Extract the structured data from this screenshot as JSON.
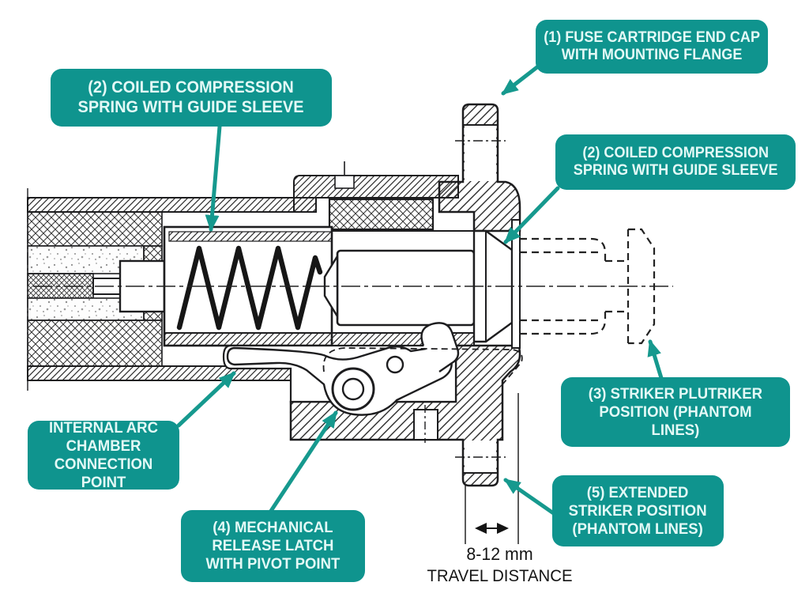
{
  "colors": {
    "callout_bg": "#0f948e",
    "callout_text": "#e3f9f6",
    "leader_arrow": "#16998e",
    "drawing_line": "#1d1d1f"
  },
  "callouts": [
    {
      "id": "fuse-cartridge-end-cap",
      "label": "(1) FUSE CARTRIDGE END CAP\nWITH MOUNTING FLANGE"
    },
    {
      "id": "coiled-spring-left",
      "label": "(2) COILED COMPRESSION\nSPRING WITH GUIDE SLEEVE"
    },
    {
      "id": "coiled-spring-right",
      "label": "(2) COILED COMPRESSION\nSPRING WITH GUIDE SLEEVE"
    },
    {
      "id": "striker-position",
      "label": "(3) STRIKER PLUTRIKER\nPOSITION (PHANTOM\nLINES)"
    },
    {
      "id": "internal-arc-chamber",
      "label": "INTERNAL ARC\nCHAMBER\nCONNECTION POINT"
    },
    {
      "id": "mechanical-release-latch",
      "label": "(4) MECHANICAL\nRELEASE LATCH\nWITH PIVOT POINT"
    },
    {
      "id": "extended-striker",
      "label": "(5) EXTENDED\nSTRIKER POSITION\n(PHANTOM LINES)"
    }
  ],
  "dimension": {
    "value": "8-12 mm",
    "label": "TRAVEL DISTANCE"
  }
}
